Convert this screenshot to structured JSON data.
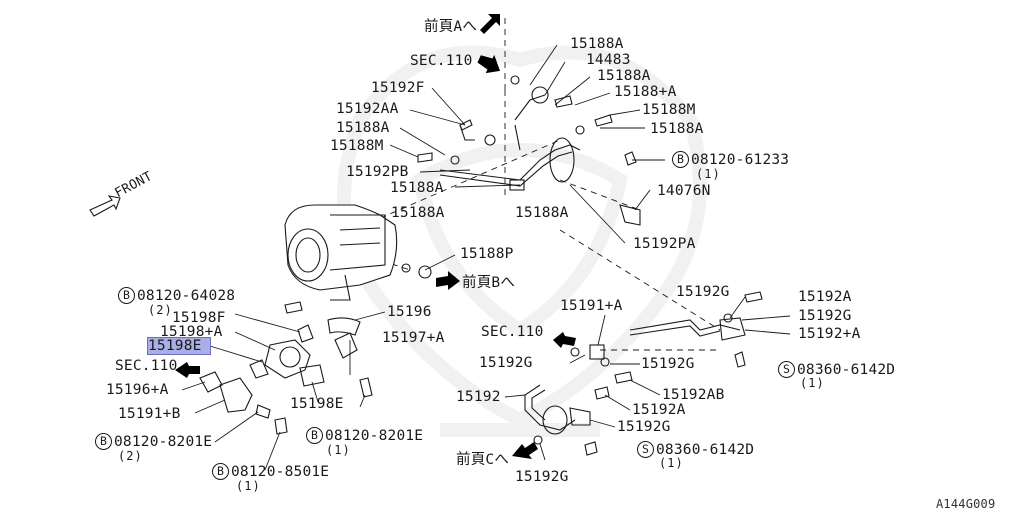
{
  "diagram": {
    "labels": [
      {
        "text": "前頁Aへ"
      },
      {
        "text": "SEC.110"
      },
      {
        "text": "15188A"
      },
      {
        "text": "14483"
      },
      {
        "text": "15188A"
      },
      {
        "text": "15188+A"
      },
      {
        "text": "15188M"
      },
      {
        "text": "15188A"
      },
      {
        "text": "15192F"
      },
      {
        "text": "15192AA"
      },
      {
        "text": "15188A"
      },
      {
        "text": "15188M"
      },
      {
        "text": "15192PB"
      },
      {
        "text": "15188A"
      },
      {
        "text": "08120-61233"
      },
      {
        "text": "14076N"
      },
      {
        "text": "15188A"
      },
      {
        "text": "15188A"
      },
      {
        "text": "15192PA"
      },
      {
        "text": "15188P"
      },
      {
        "text": "前頁Bへ"
      },
      {
        "text": "08120-64028"
      },
      {
        "text": "15196"
      },
      {
        "text": "15198F"
      },
      {
        "text": "15198+A"
      },
      {
        "text": "15197+A"
      },
      {
        "text": "15198E"
      },
      {
        "text": "SEC.110"
      },
      {
        "text": "15196+A"
      },
      {
        "text": "15191+B"
      },
      {
        "text": "15198E"
      },
      {
        "text": "08120-8201E"
      },
      {
        "text": "08120-8201E"
      },
      {
        "text": "08120-8501E"
      },
      {
        "text": "15192G"
      },
      {
        "text": "15192A"
      },
      {
        "text": "15191+A"
      },
      {
        "text": "15192G"
      },
      {
        "text": "15192+A"
      },
      {
        "text": "SEC.110"
      },
      {
        "text": "15192G"
      },
      {
        "text": "15192G"
      },
      {
        "text": "08360-6142D"
      },
      {
        "text": "15192AB"
      },
      {
        "text": "15192"
      },
      {
        "text": "15192A"
      },
      {
        "text": "15192G"
      },
      {
        "text": "前頁Cへ"
      },
      {
        "text": "08360-6142D"
      },
      {
        "text": "15192G"
      },
      {
        "text": "FRONT"
      }
    ],
    "quantities": [
      "(1)",
      "(2)",
      "(2)",
      "(1)",
      "(1)",
      "(1)",
      "(1)"
    ],
    "markers": {
      "bolt": "B",
      "screw": "S"
    },
    "figure_code": "A144G009"
  }
}
